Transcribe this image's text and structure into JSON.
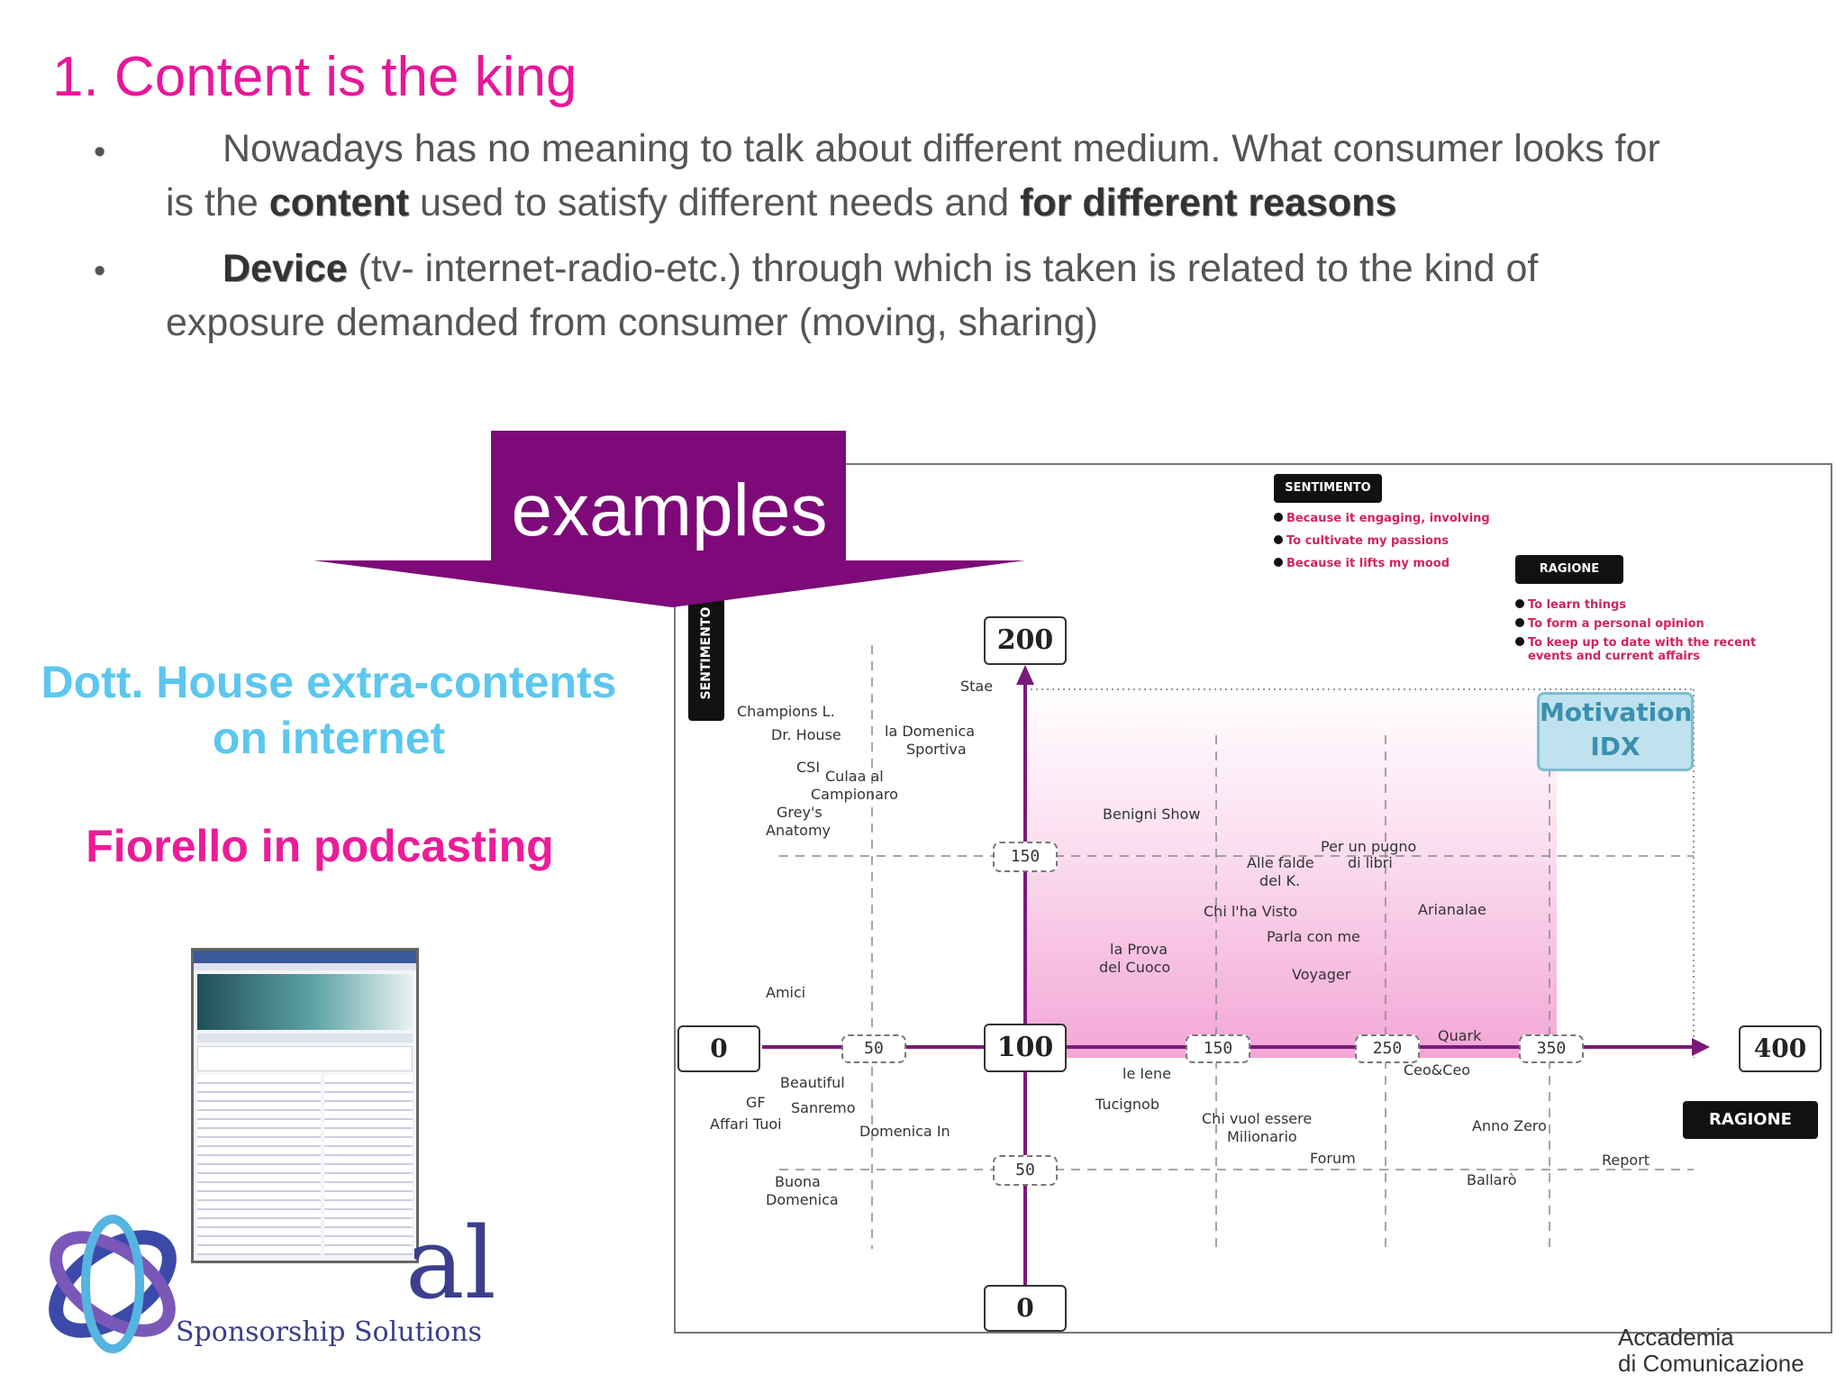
{
  "slide": {
    "title": "1. Content is the king",
    "bullets": [
      {
        "dot": "•",
        "line1_pre": "Nowadays has no meaning to talk about different medium. What consumer looks for",
        "line2_a": "is the ",
        "line2_b": "content",
        "line2_c": " used to satisfy different needs and ",
        "line2_d": "for different reasons"
      },
      {
        "dot": "•",
        "line1_a": "Device",
        "line1_b": " (tv- internet-radio-etc.) through which is taken is related to the kind of",
        "line2": "exposure demanded from consumer (moving, sharing)"
      }
    ]
  },
  "examples_banner": {
    "label": "examples",
    "color": "#7d0a78"
  },
  "left": {
    "heading_1": "Dott. House extra-contents on internet",
    "heading_2": "Fiorello in podcasting"
  },
  "chart": {
    "sentimento_tag": "SENTIMENTO",
    "ragione_tag": "RAGIONE",
    "sentimento_axis_tag": "SENTIMENTO",
    "ragione_axis_tag": "RAGIONE",
    "sentimento_reasons": [
      "Because it engaging, involving",
      "To cultivate my passions",
      "Because it lifts my mood"
    ],
    "ragione_reasons": [
      "To learn things",
      "To form a personal opinion",
      "To keep up to date with the recent",
      "events and current affairs"
    ],
    "motivation_line1": "Motivation",
    "motivation_line2": "IDX",
    "axis_labels": {
      "y_top": "200",
      "y_150": "150",
      "y_50": "50",
      "y_bottom": "0",
      "x_left": "0",
      "x_50": "50",
      "x_100": "100",
      "x_150": "150",
      "x_250": "250",
      "x_350": "350",
      "x_right": "400"
    },
    "programs": {
      "p01": "Stae",
      "p02": "Champions L.",
      "p03": "Dr. House",
      "p04": "la Domenica",
      "p05": "Sportiva",
      "p06": "CSI",
      "p07": "Culaa al",
      "p08": "Campionaro",
      "p09": "Grey's",
      "p10": "Anatomy",
      "p11": "Benigni Show",
      "p12": "Per un pugno",
      "p13": "di libri",
      "p14": "Alle falde",
      "p15": "del K.",
      "p16": "Chi l'ha Visto",
      "p17": "Arianalae",
      "p18": "Parla con me",
      "p19": "la Prova",
      "p20": "del Cuoco",
      "p21": "Voyager",
      "p22": "Amici",
      "p23": "Quark",
      "p24": "Ceo&Ceo",
      "p25": "le Iene",
      "p26": "Beautiful",
      "p27": "GF",
      "p28": "Sanremo",
      "p29": "Affari Tuoi",
      "p30": "Domenica In",
      "p31": "Tucignob",
      "p32": "Chi vuol essere",
      "p33": "Milionario",
      "p34": "Forum",
      "p35": "Ballarò",
      "p36": "Anno Zero",
      "p37": "Report",
      "p38": "Buona",
      "p39": "Domenica"
    }
  },
  "logos": {
    "global_text": "al",
    "global_sub": "Sponsorship Solutions",
    "accademia_line1": "Accademia",
    "accademia_line2": "di Comunicazione"
  }
}
